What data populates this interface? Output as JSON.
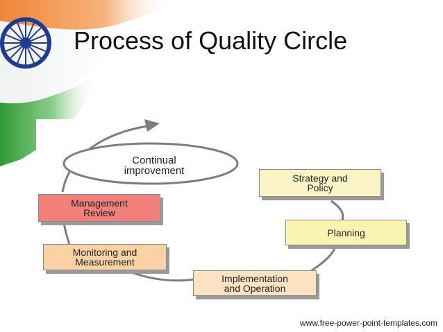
{
  "slide": {
    "title": "Process of Quality Circle",
    "footer": "www.free-power-point-templates.com"
  },
  "diagram": {
    "center": "Continual\nimprovement",
    "steps": [
      {
        "label": "Strategy and\nPolicy",
        "color": "#fbf5c6"
      },
      {
        "label": "Planning",
        "color": "#fbf3b0"
      },
      {
        "label": "Implementation\nand Operation",
        "color": "#fbe2c2"
      },
      {
        "label": "Monitoring and\nMeasurement",
        "color": "#fad2a6"
      },
      {
        "label": "Management\nReview",
        "color": "#f17f7c"
      }
    ]
  },
  "colors": {
    "flag_saffron": "#f39c4c",
    "flag_green": "#3aa43a",
    "chakra_blue": "#1f3c8e",
    "arrow": "#7d7d7d"
  }
}
